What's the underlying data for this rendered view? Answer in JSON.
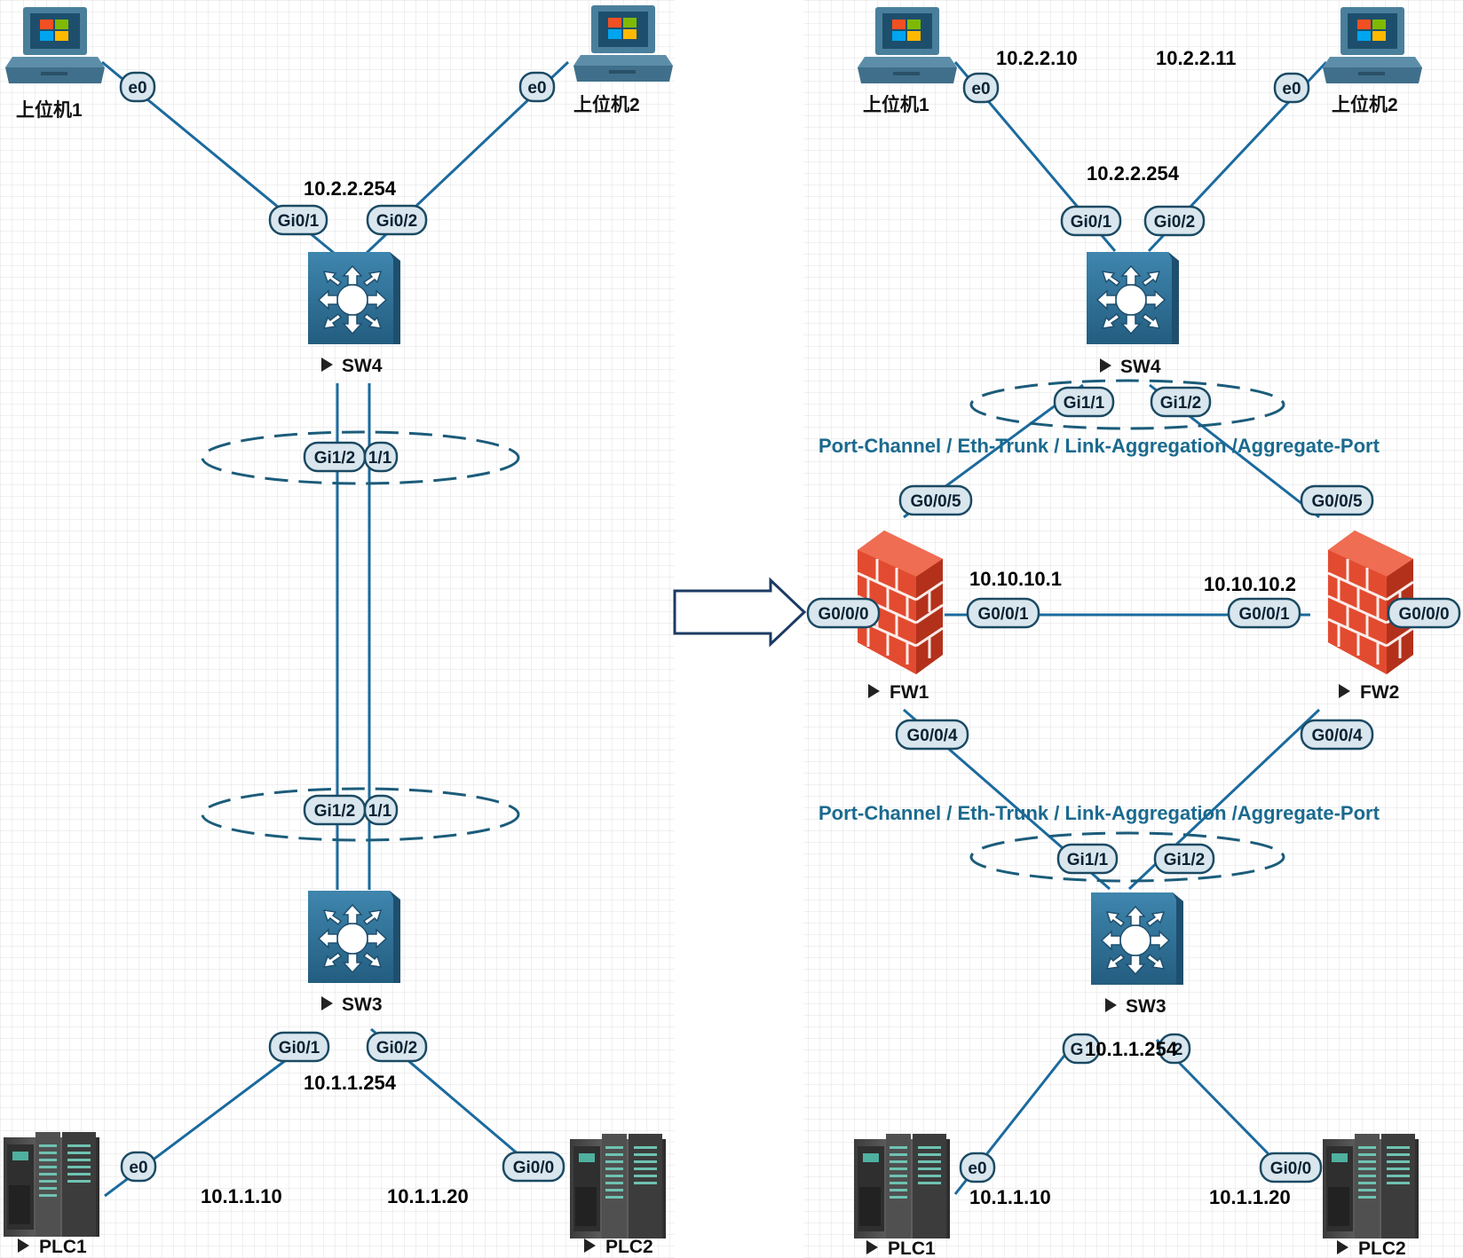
{
  "left": {
    "hosts": [
      {
        "name": "上位机1",
        "port": "e0"
      },
      {
        "name": "上位机2",
        "port": "e0"
      }
    ],
    "sw4": {
      "name": "SW4",
      "ports": [
        "Gi0/1",
        "Gi0/2"
      ],
      "ip": "10.2.2.254",
      "lag_ports": [
        "Gi1/2",
        "1/1"
      ]
    },
    "sw3": {
      "name": "SW3",
      "ports": [
        "Gi0/1",
        "Gi0/2"
      ],
      "ip": "10.1.1.254",
      "lag_ports": [
        "Gi1/2",
        "1/1"
      ]
    },
    "plcs": [
      {
        "name": "PLC1",
        "port": "e0",
        "ip": "10.1.1.10"
      },
      {
        "name": "PLC2",
        "port": "Gi0/0",
        "ip": "10.1.1.20"
      }
    ]
  },
  "right": {
    "hosts": [
      {
        "name": "上位机1",
        "port": "e0",
        "ip": "10.2.2.10"
      },
      {
        "name": "上位机2",
        "port": "e0",
        "ip": "10.2.2.11"
      }
    ],
    "sw4": {
      "name": "SW4",
      "ports": [
        "Gi0/1",
        "Gi0/2"
      ],
      "ip": "10.2.2.254",
      "lag_ports": [
        "Gi1/1",
        "Gi1/2"
      ]
    },
    "aggregate_label": "Port-Channel  / Eth-Trunk / Link-Aggregation /Aggregate-Port",
    "fw1": {
      "name": "FW1",
      "ports": {
        "up": "G0/0/5",
        "left": "G0/0/0",
        "right": "G0/0/1",
        "down": "G0/0/4"
      },
      "ip": "10.10.10.1"
    },
    "fw2": {
      "name": "FW2",
      "ports": {
        "up": "G0/0/5",
        "left": "G0/0/1",
        "right": "G0/0/0",
        "down": "G0/0/4"
      },
      "ip": "10.10.10.2"
    },
    "sw3": {
      "name": "SW3",
      "lag_ports": [
        "Gi1/1",
        "Gi1/2"
      ],
      "ports": [
        "G",
        "2"
      ],
      "ip": "10.1.1.254"
    },
    "plcs": [
      {
        "name": "PLC1",
        "port": "e0",
        "ip": "10.1.1.10"
      },
      {
        "name": "PLC2",
        "port": "Gi0/0",
        "ip": "10.1.1.20"
      }
    ]
  },
  "colors": {
    "link": "#1b6a9e",
    "lag_ring": "#1b5c7a",
    "port_fill": "#d9e6ee",
    "switch_blue": "#2b6c93",
    "firewall": "#d9442b"
  }
}
